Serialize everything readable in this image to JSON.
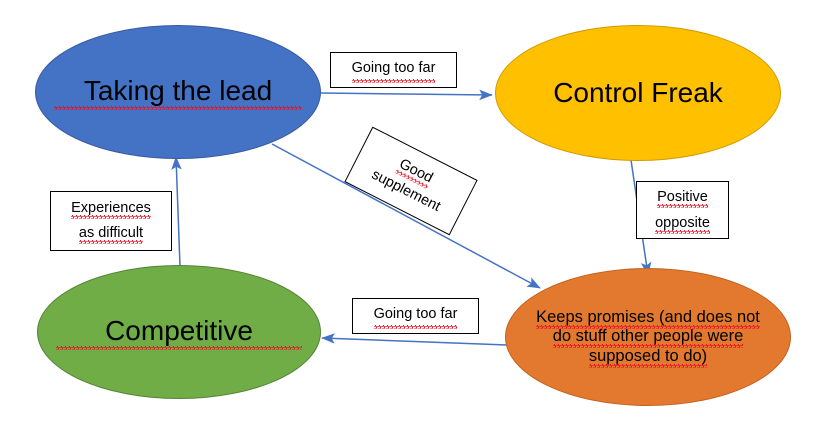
{
  "diagram": {
    "title": "Taking the lead / Control Freak / Competitive / Keeps promises behaviour map",
    "background_color": "#FFFFFF",
    "edge_color": "#4472C4",
    "label_border_color": "#000000",
    "spellcheck_underline_color": "#E81123"
  },
  "nodes": [
    {
      "id": "taking-the-lead",
      "label": "Taking the lead",
      "color": "#4472C4",
      "border_color": "#37599F",
      "shape": "ellipse"
    },
    {
      "id": "control-freak",
      "label": "Control Freak",
      "color": "#FFC000",
      "border_color": "#CF9B00",
      "shape": "ellipse"
    },
    {
      "id": "competitive",
      "label": "Competitive",
      "color": "#70AD47",
      "border_color": "#548235",
      "shape": "ellipse"
    },
    {
      "id": "keeps-promises",
      "label": "Keeps promises (and does not do stuff other people were supposed to do)",
      "color": "#E2792F",
      "border_color": "#C2621F",
      "shape": "ellipse"
    }
  ],
  "edges": [
    {
      "id": "taking-the-lead-to-control-freak",
      "from": "taking-the-lead",
      "to": "control-freak",
      "label": "Going too far"
    },
    {
      "id": "control-freak-to-keeps-promises",
      "from": "control-freak",
      "to": "keeps-promises",
      "label": "Positive opposite"
    },
    {
      "id": "keeps-promises-to-competitive",
      "from": "keeps-promises",
      "to": "competitive",
      "label": "Going too far"
    },
    {
      "id": "competitive-to-taking-the-lead",
      "from": "competitive",
      "to": "taking-the-lead",
      "label": "Experiences as difficult"
    },
    {
      "id": "taking-the-lead-to-keeps-promises",
      "from": "taking-the-lead",
      "to": "keeps-promises",
      "label": "Good supplement"
    }
  ],
  "edge_labels": {
    "going_too_far_top": "Going too far",
    "going_too_far_bottom": "Going too far",
    "experiences_line1": "Experiences",
    "experiences_line2": "as difficult",
    "positive_line1": "Positive",
    "positive_line2": "opposite",
    "good_supplement_line1": "Good",
    "good_supplement_line2": "supplement"
  },
  "node_text": {
    "keeps_promises_line1": "Keeps promises (and does not",
    "keeps_promises_line2": "do stuff other people were",
    "keeps_promises_line3": "supposed to do)"
  }
}
